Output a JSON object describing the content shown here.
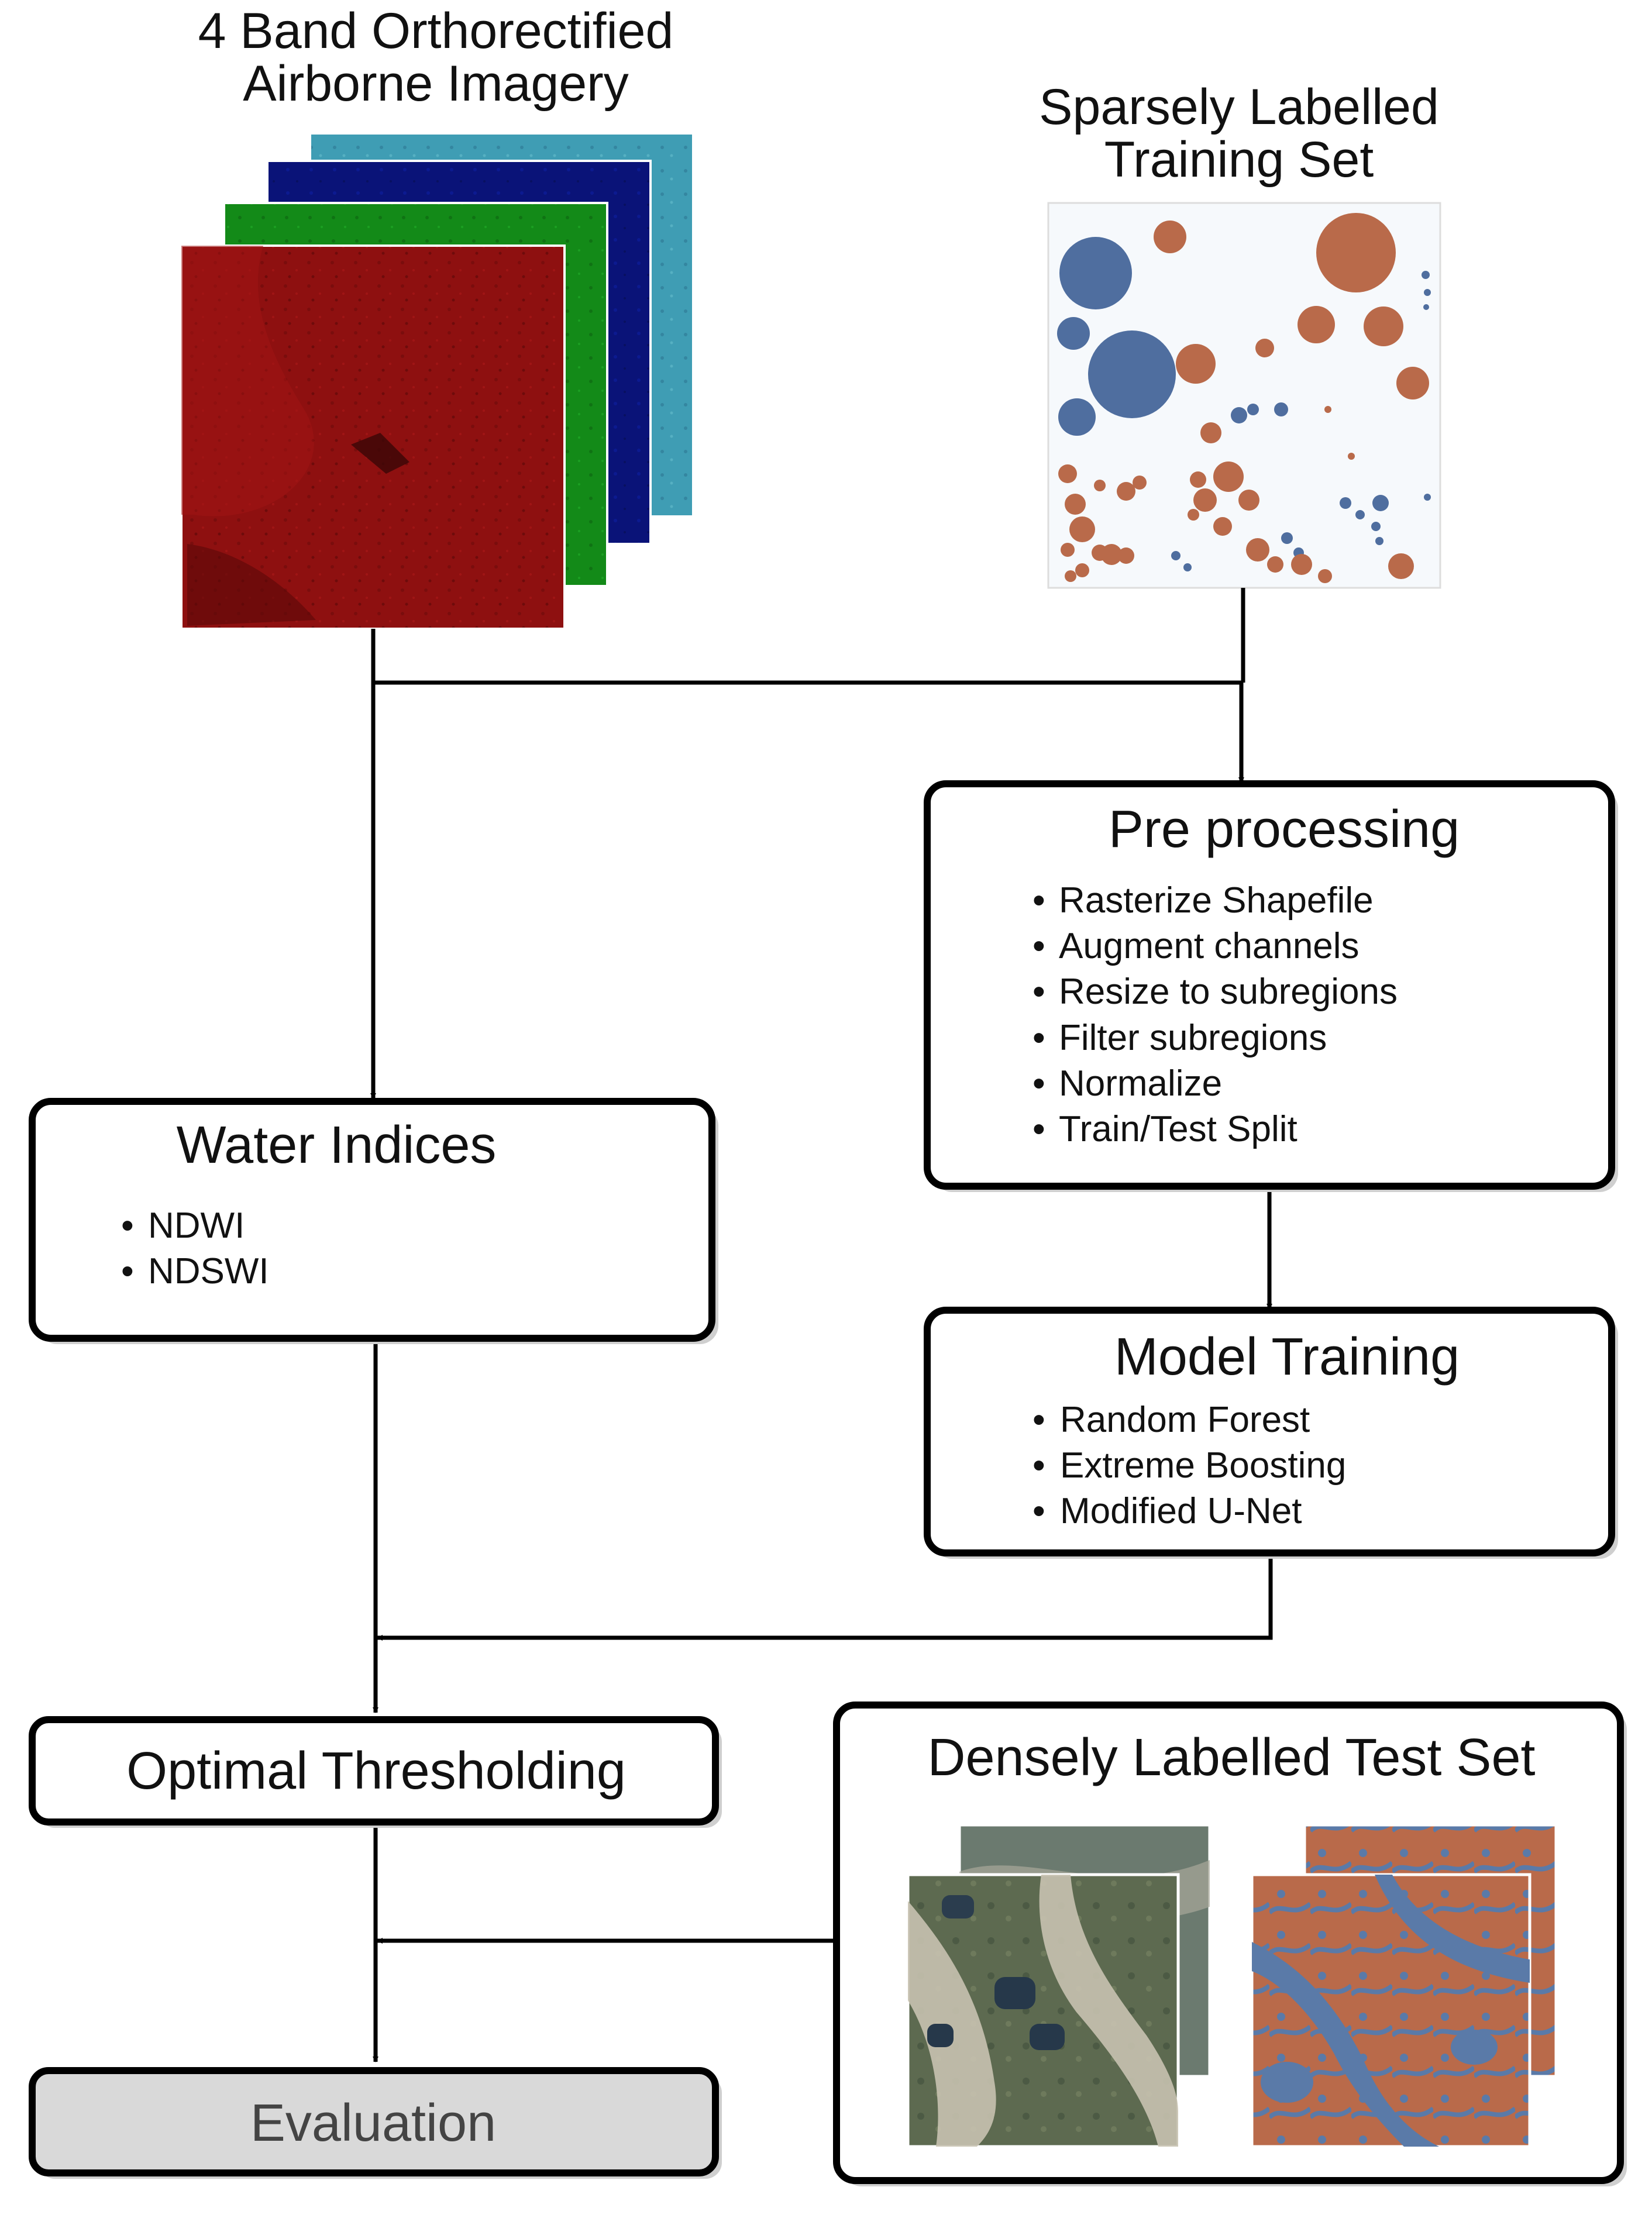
{
  "imagery": {
    "title_line1": "4 Band Orthorectified",
    "title_line2": "Airborne Imagery",
    "bands": [
      {
        "name": "cyan-band",
        "color": "#3f9db4"
      },
      {
        "name": "blue-band",
        "color": "#0a1378"
      },
      {
        "name": "green-band",
        "color": "#138a18"
      },
      {
        "name": "red-band",
        "color": "#8e1010"
      }
    ]
  },
  "training_set": {
    "title_line1": "Sparsely Labelled",
    "title_line2": "Training Set",
    "water_color": "#4f6e9f",
    "land_color": "#b96a4a"
  },
  "preprocessing": {
    "title": "Pre processing",
    "items": [
      "Rasterize Shapefile",
      "Augment channels",
      "Resize to subregions",
      "Filter subregions",
      "Normalize",
      "Train/Test Split"
    ]
  },
  "water_indices": {
    "title": "Water Indices",
    "items": [
      "NDWI",
      "NDSWI"
    ]
  },
  "model_training": {
    "title": "Model Training",
    "items": [
      "Random Forest",
      "Extreme Boosting",
      "Modified U-Net"
    ]
  },
  "thresholding": {
    "title": "Optimal Thresholding"
  },
  "test_set": {
    "title": "Densely Labelled Test Set"
  },
  "evaluation": {
    "title": "Evaluation"
  },
  "bullet_char": "•"
}
